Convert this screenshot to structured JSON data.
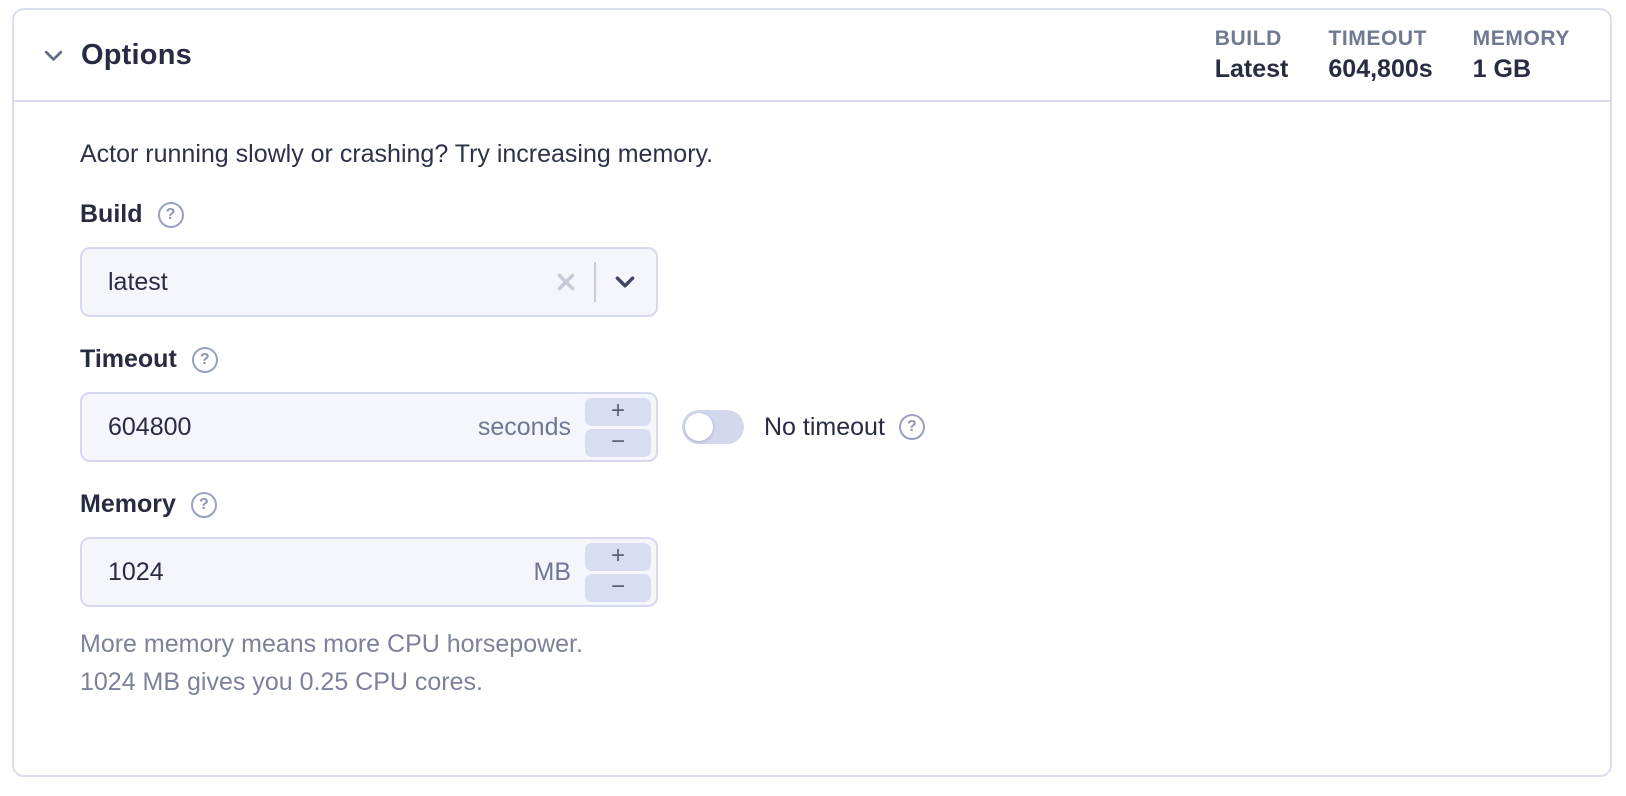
{
  "accordion": {
    "title": "Options",
    "summary": [
      {
        "label": "BUILD",
        "value": "Latest"
      },
      {
        "label": "TIMEOUT",
        "value": "604,800s"
      },
      {
        "label": "MEMORY",
        "value": "1 GB"
      }
    ]
  },
  "intro": "Actor running slowly or crashing? Try increasing memory.",
  "fields": {
    "build": {
      "label": "Build",
      "value": "latest"
    },
    "timeout": {
      "label": "Timeout",
      "value": "604800",
      "unit": "seconds",
      "no_timeout_label": "No timeout",
      "toggle_state": "off"
    },
    "memory": {
      "label": "Memory",
      "value": "1024",
      "unit": "MB",
      "help_line1": "More memory means more CPU horsepower.",
      "help_line2": "1024 MB gives you 0.25 CPU cores."
    }
  },
  "icons": {
    "help_glyph": "?",
    "plus_glyph": "+",
    "minus_glyph": "−",
    "collapse": "chevron-down",
    "dropdown": "chevron-down",
    "clear": "x-mark"
  },
  "colors": {
    "panel_border": "#dbdef1",
    "text_dark": "#272c42",
    "text_muted": "#6f7992",
    "help_text": "#7b8299",
    "input_bg": "#f5f6fc",
    "input_border": "#d5d9ee",
    "stepper_bg": "#d9ddf1",
    "toggle_track": "#d3d8ee",
    "help_icon": "#99a3c0"
  }
}
